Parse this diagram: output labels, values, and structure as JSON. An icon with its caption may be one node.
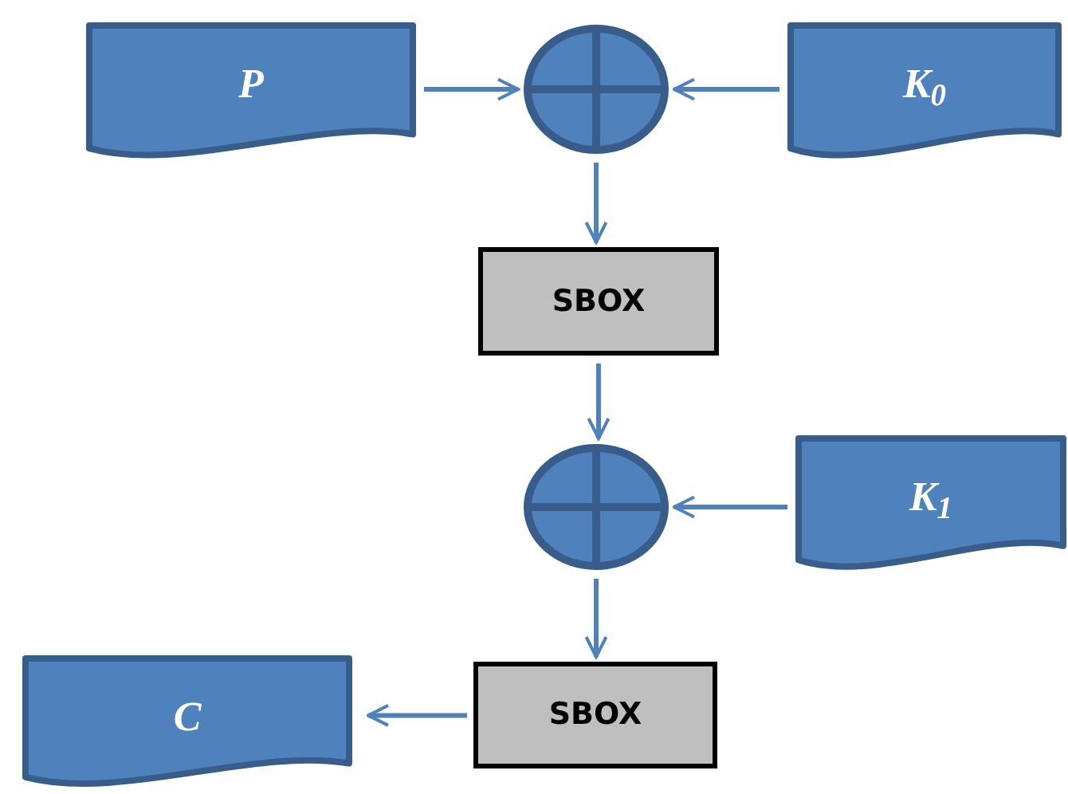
{
  "diagram": {
    "nodes": [
      {
        "text": [
          "P"
        ]
      },
      {
        "text": [],
        "shape": "circle"
      },
      {
        "text": [
          "K$_{0}$"
        ]
      },
      {
        "text": [
          "SBOX"
        ]
      },
      {
        "text": [],
        "shape": "circle"
      },
      {
        "text": [
          "K$_{1}$"
        ]
      },
      {
        "text": [
          "SBOX"
        ]
      },
      {
        "text": [
          "C"
        ]
      }
    ],
    "edges": [
      {
        "from": 0,
        "to": 1,
        "arrow": "to"
      },
      {
        "from": 2,
        "to": 1,
        "arrow": "to"
      },
      {
        "from": 1,
        "to": 3,
        "arrow": "to"
      },
      {
        "from": 3,
        "to": 4,
        "arrow": "to"
      },
      {
        "from": 5,
        "to": 4,
        "arrow": "to"
      },
      {
        "from": 4,
        "to": 6,
        "arrow": "to"
      },
      {
        "from": 6,
        "to": 7,
        "arrow": "to"
      }
    ]
  }
}
